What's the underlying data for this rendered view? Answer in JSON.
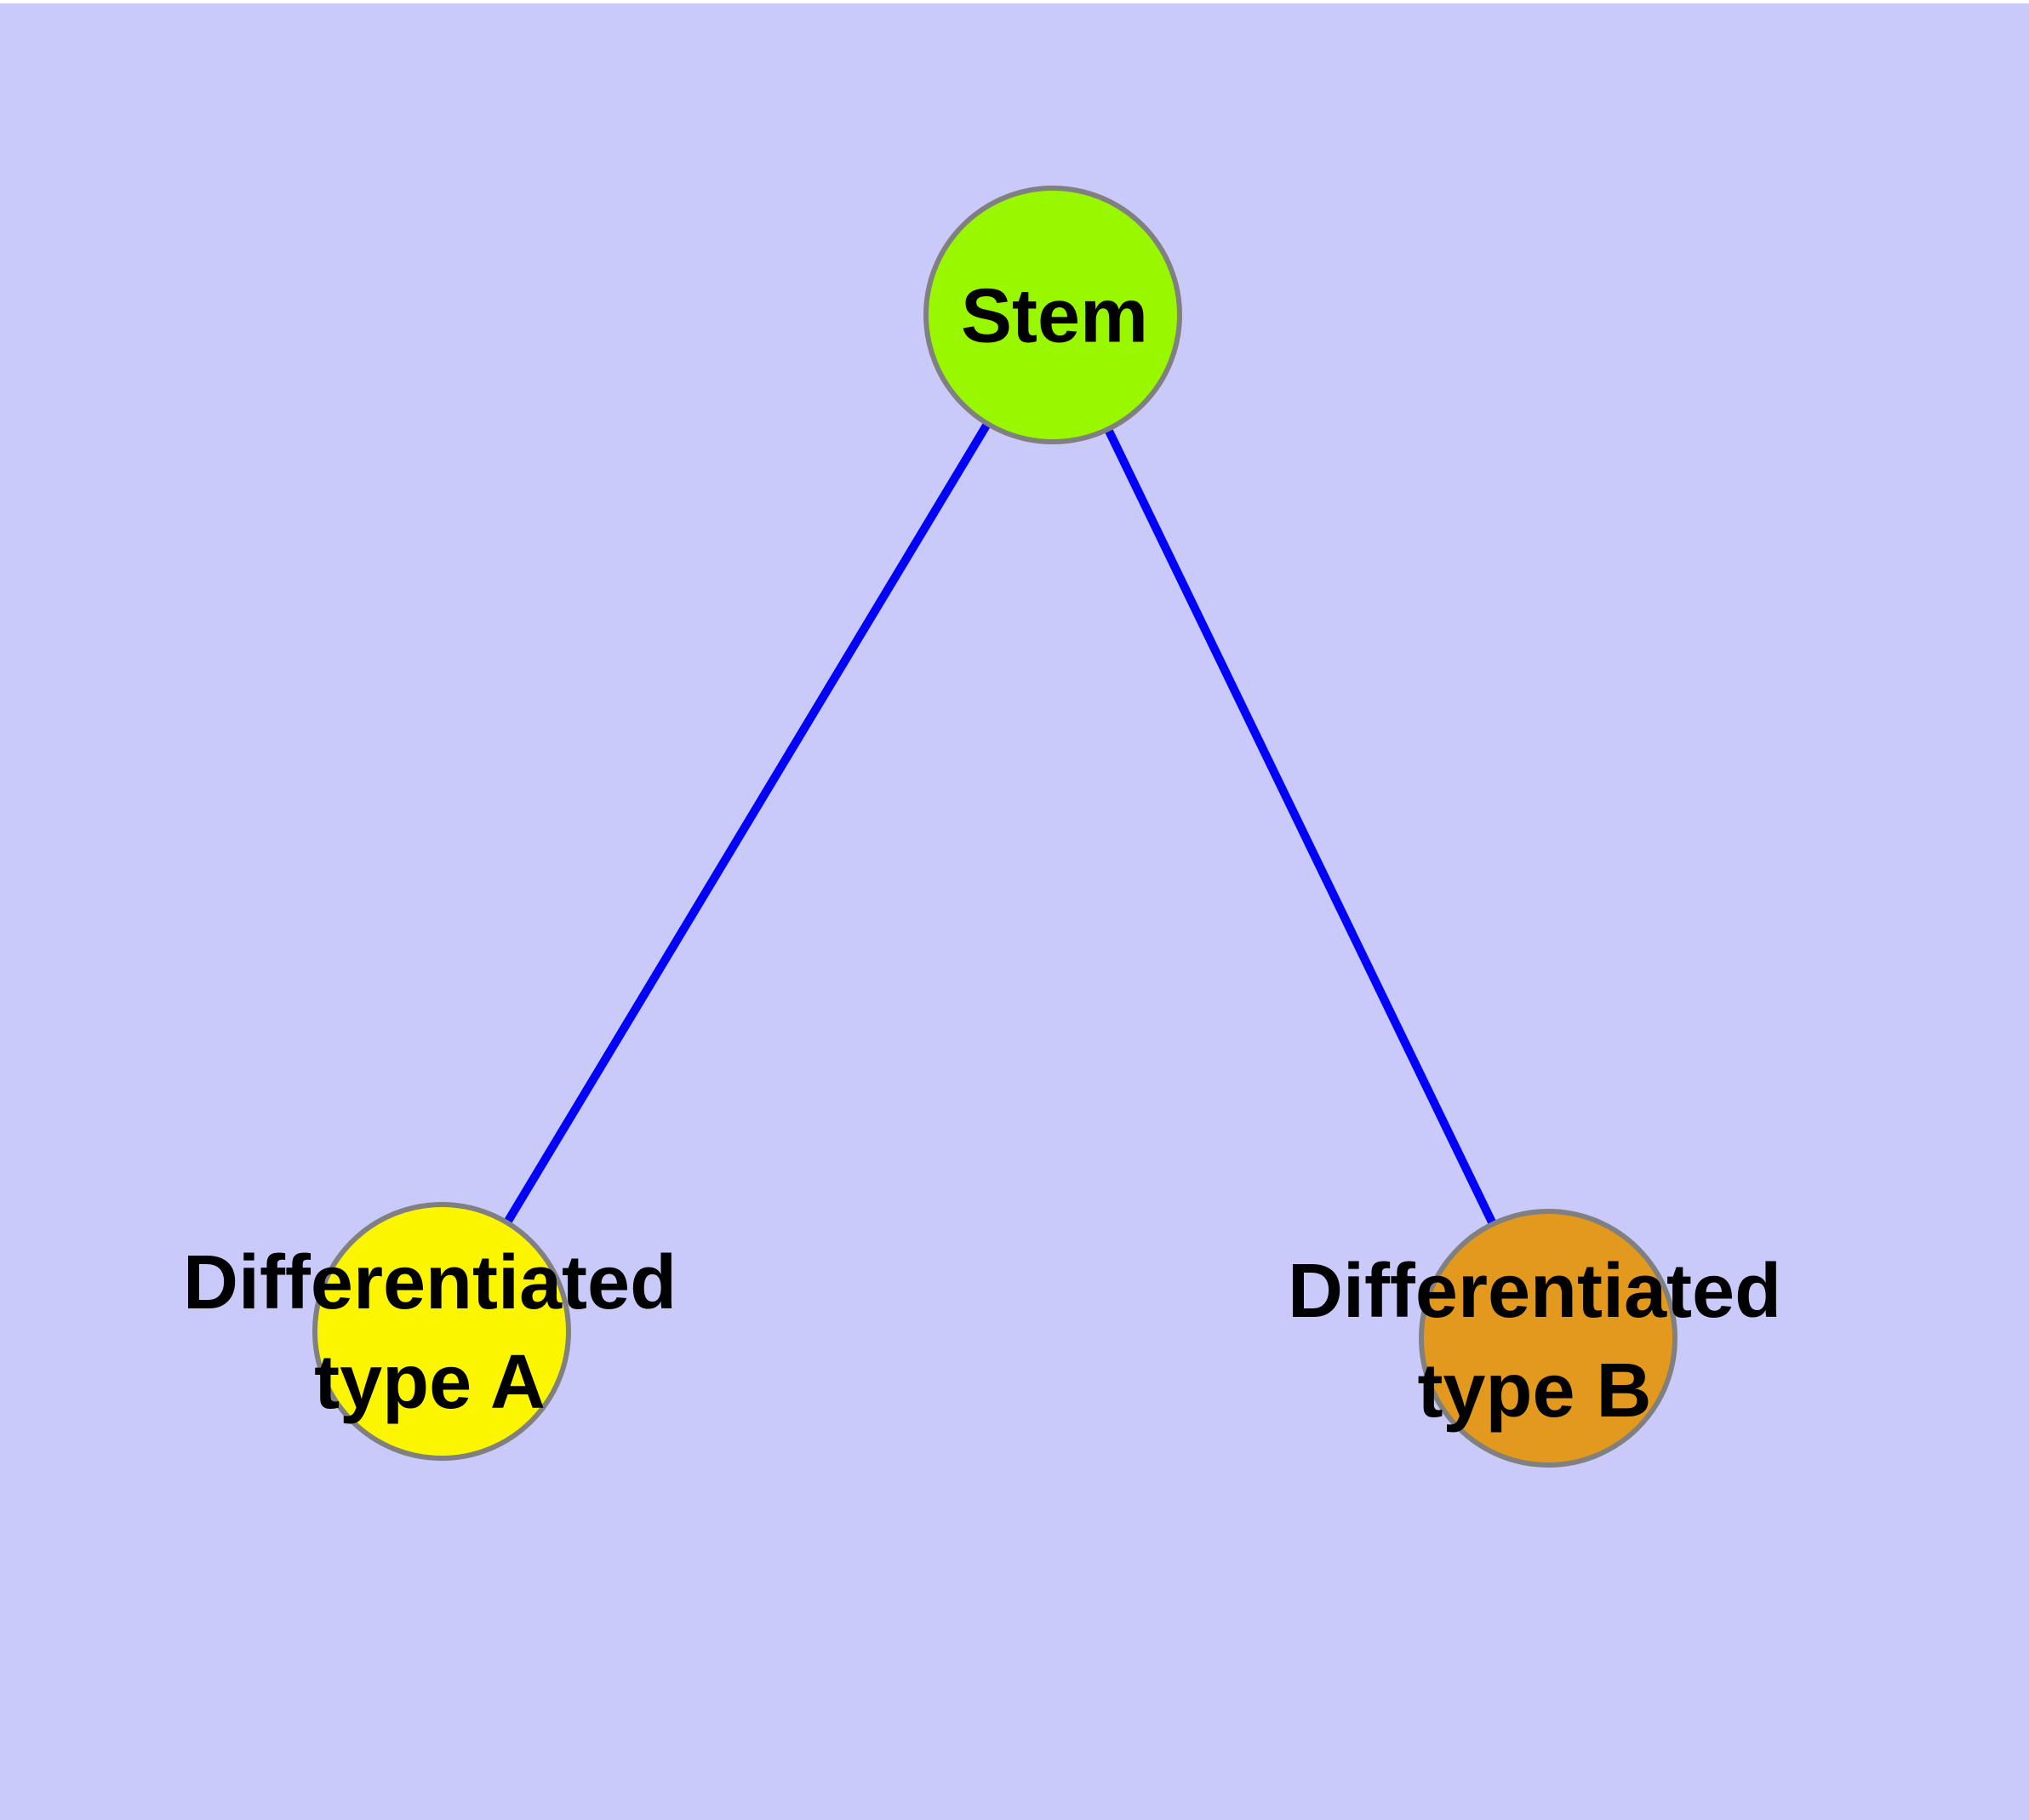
{
  "diagram": {
    "type": "node-link-graph",
    "background_color": "#C9C9FA",
    "top_strip_color": "#FFFFFF",
    "edge_color": "#0202FB",
    "node_border_color": "#808080",
    "label_color": "#000000",
    "nodes": {
      "stem": {
        "id": "stem",
        "label": "Stem",
        "fill": "#99F700"
      },
      "typeA": {
        "id": "typeA",
        "label": "Differentiated\ntype A",
        "fill": "#FCF500"
      },
      "typeB": {
        "id": "typeB",
        "label": "Differentiated\ntype B",
        "fill": "#E2991E"
      }
    },
    "edges": [
      {
        "from": "stem",
        "to": "typeA"
      },
      {
        "from": "stem",
        "to": "typeB"
      }
    ]
  }
}
